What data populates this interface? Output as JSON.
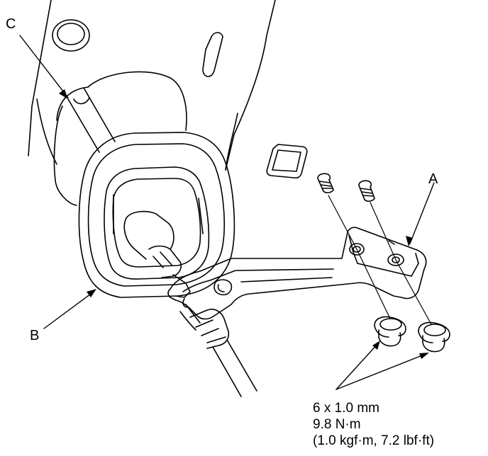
{
  "callouts": {
    "a": "A",
    "b": "B",
    "c": "C"
  },
  "spec": {
    "bolt_size": "6 x 1.0 mm",
    "torque_nm": "9.8 N·m",
    "torque_alt": "(1.0 kgf·m, 7.2 lbf·ft)"
  },
  "colors": {
    "line": "#000000",
    "paper": "#ffffff"
  }
}
